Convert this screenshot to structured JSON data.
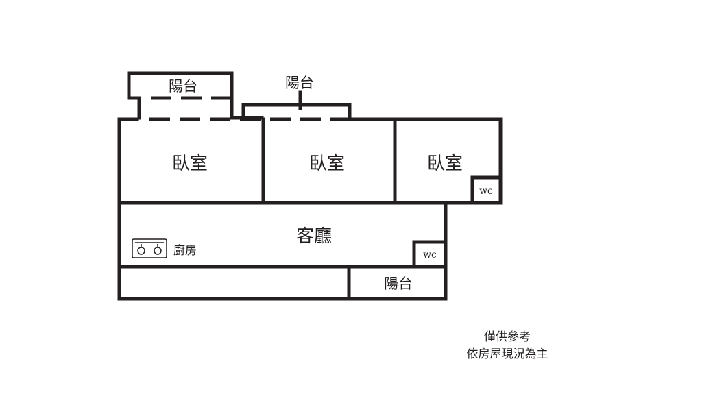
{
  "rooms": {
    "bedroom_left": "臥室",
    "bedroom_middle": "臥室",
    "bedroom_right": "臥室",
    "living_room": "客廳",
    "kitchen": "廚房",
    "wc_upper": "wc",
    "wc_lower": "wc",
    "balcony_top_left": "陽台",
    "balcony_top_middle": "陽台",
    "balcony_bottom": "陽台"
  },
  "notes": {
    "line1": "僅供參考",
    "line2": "依房屋現況為主"
  }
}
